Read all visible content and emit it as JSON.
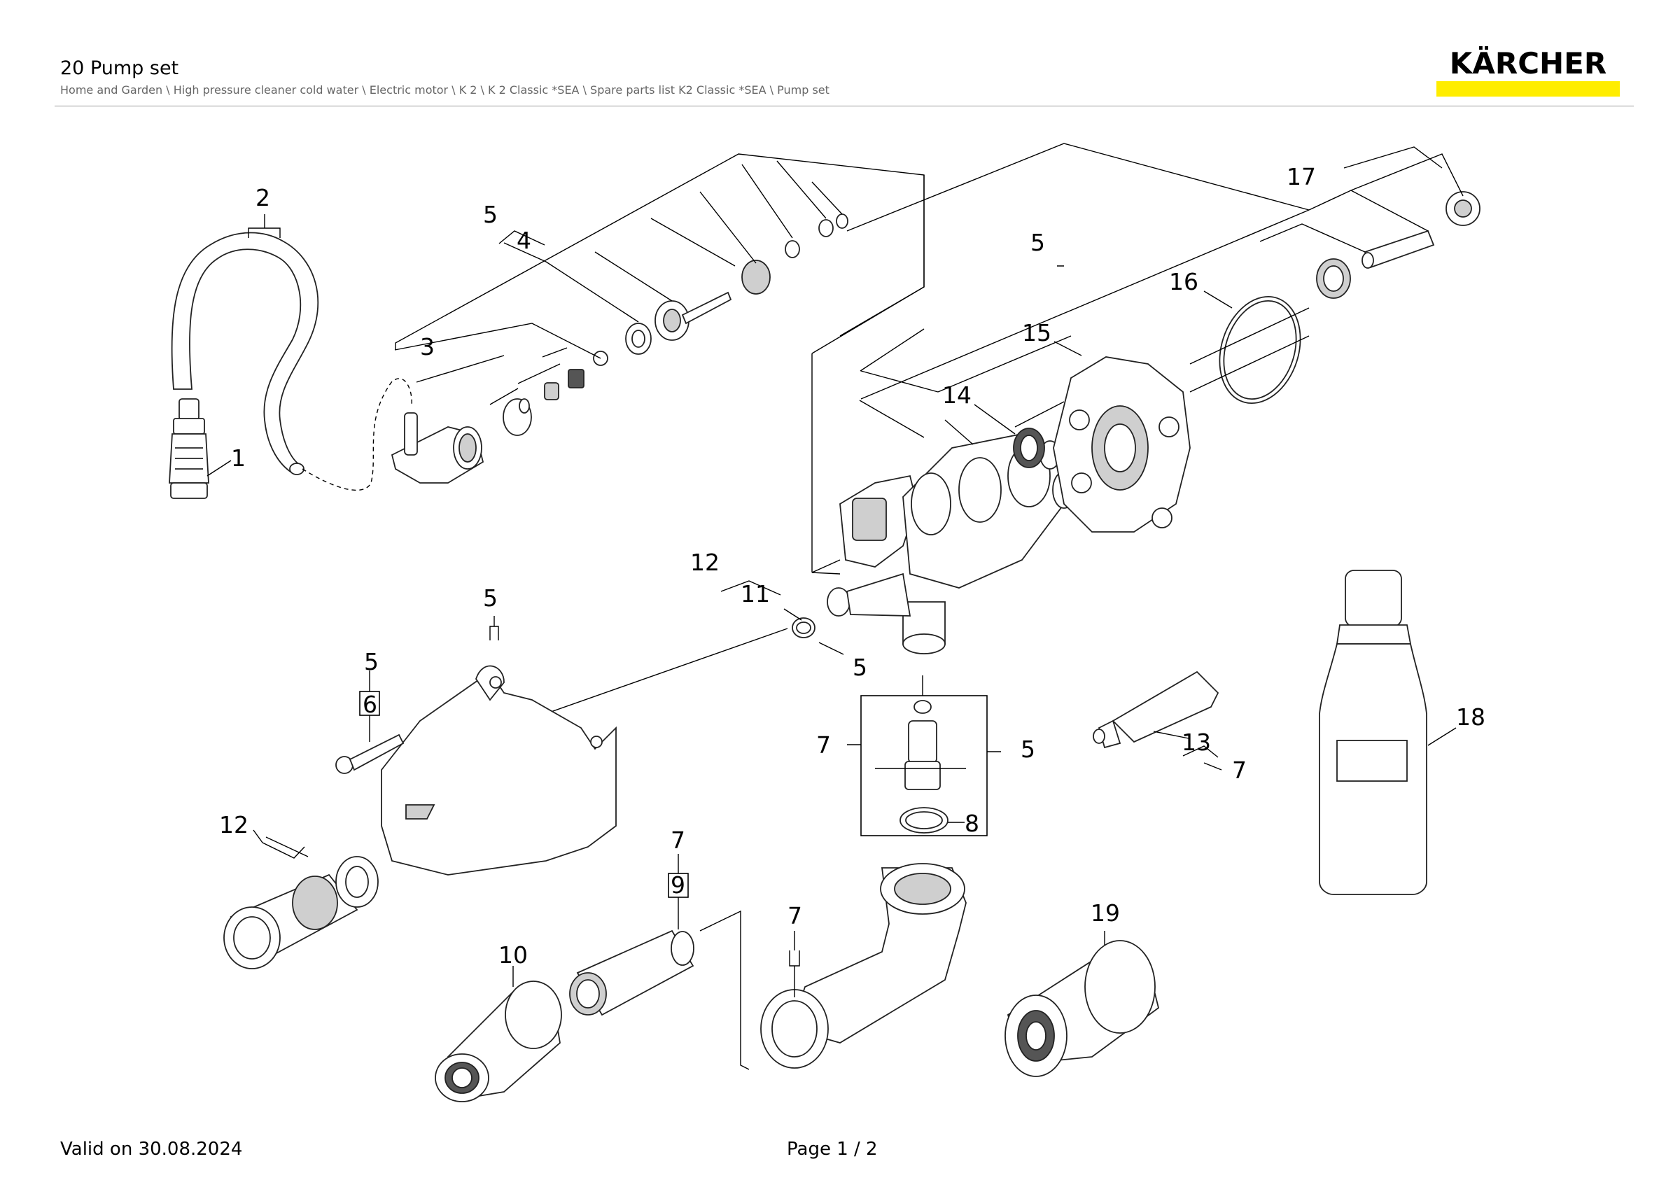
{
  "header": {
    "title": "20 Pump set",
    "breadcrumb": "Home and Garden \\ High pressure cleaner cold water \\ Electric motor \\ K 2 \\ K 2 Classic *SEA \\ Spare parts list K2 Classic *SEA \\ Pump set"
  },
  "logo": {
    "text": "KÄRCHER",
    "bar_color": "#ffed00"
  },
  "footer": {
    "valid": "Valid on 30.08.2024",
    "page": "Page 1 / 2"
  },
  "callouts": {
    "c1": "1",
    "c2": "2",
    "c3": "3",
    "c4_group": "5",
    "c4": "4",
    "c5_main": "5",
    "c5_hose": "5",
    "c5_screw": "5",
    "c6": "6",
    "c5_oring": "5",
    "c5_filter": "5",
    "c7_filter": "7",
    "c7_elbow": "7",
    "c7_tube": "7",
    "c7_sieve": "7",
    "c8": "8",
    "c9": "9",
    "c10": "10",
    "c11_group": "12",
    "c11": "11",
    "c12": "12",
    "c13": "13",
    "c14": "14",
    "c15": "15",
    "c16": "16",
    "c17": "17",
    "c18": "18",
    "c19": "19"
  }
}
